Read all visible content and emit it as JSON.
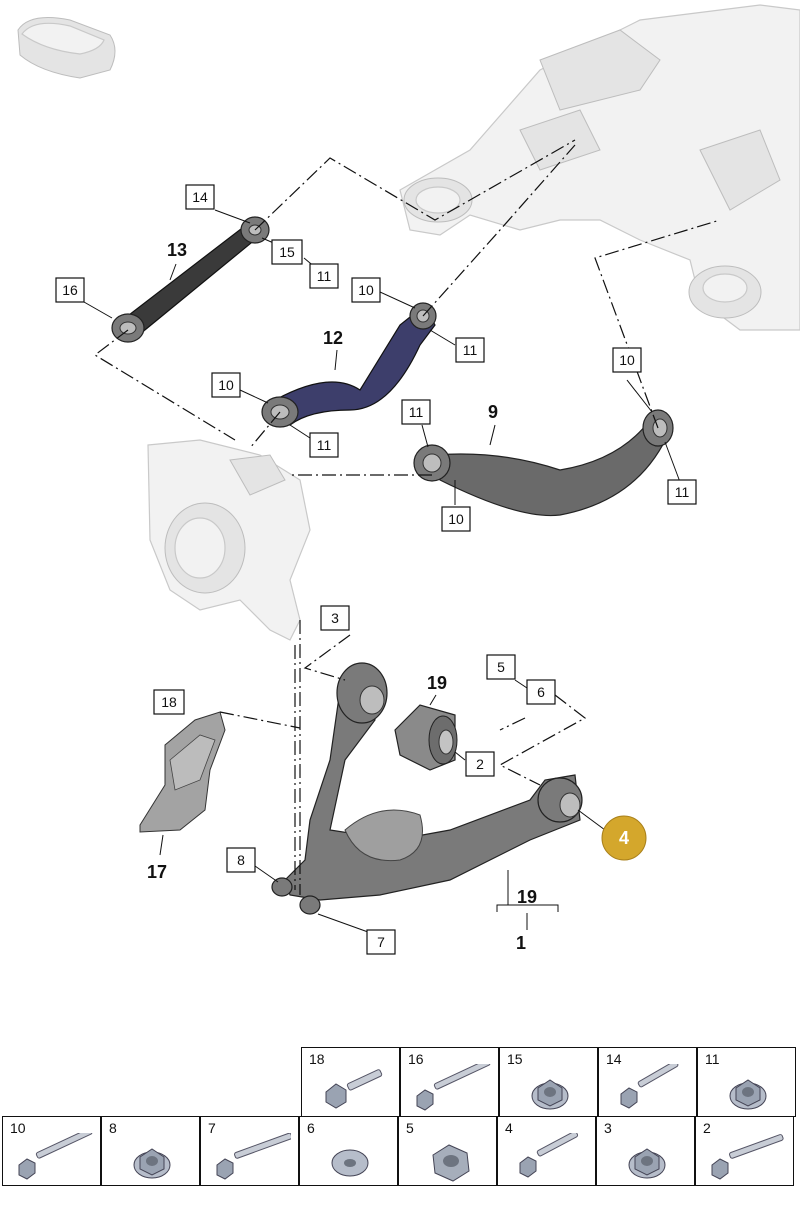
{
  "callouts": {
    "c14": "14",
    "c15": "15",
    "c11a": "11",
    "c16": "16",
    "c10a": "10",
    "c11b": "11",
    "c10b": "10",
    "c11c": "11",
    "c10c": "10",
    "c11d": "11",
    "c11e": "11",
    "c10d": "10",
    "c3": "3",
    "c5": "5",
    "c6": "6",
    "c18": "18",
    "c2": "2",
    "c8": "8",
    "c7": "7"
  },
  "part_labels": {
    "p13": "13",
    "p12": "12",
    "p9": "9",
    "p19a": "19",
    "p17": "17",
    "p19b": "19",
    "p1": "1"
  },
  "highlight": {
    "label": "4",
    "color": "#d4a72c"
  },
  "fasteners": {
    "top_row": [
      {
        "num": "18",
        "icon": "bolt-icon"
      },
      {
        "num": "16",
        "icon": "long-bolt-icon"
      },
      {
        "num": "15",
        "icon": "flange-nut-icon"
      },
      {
        "num": "14",
        "icon": "bolt-icon"
      },
      {
        "num": "11",
        "icon": "flange-nut-icon"
      }
    ],
    "bottom_row": [
      {
        "num": "10",
        "icon": "long-bolt-icon"
      },
      {
        "num": "8",
        "icon": "flange-nut-icon"
      },
      {
        "num": "7",
        "icon": "long-bolt-icon"
      },
      {
        "num": "6",
        "icon": "washer-icon"
      },
      {
        "num": "5",
        "icon": "hex-nut-icon"
      },
      {
        "num": "4",
        "icon": "bolt-icon"
      },
      {
        "num": "3",
        "icon": "flange-nut-icon"
      },
      {
        "num": "2",
        "icon": "long-bolt-icon"
      }
    ]
  }
}
